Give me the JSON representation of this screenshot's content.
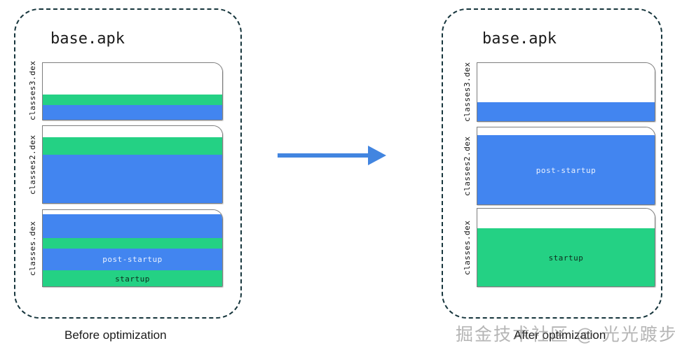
{
  "diagram": {
    "title_left": "base.apk",
    "title_right": "base.apk",
    "caption_left": "Before optimization",
    "caption_right": "After optimization",
    "watermark": "掘金技术社区 @ 光光踱步",
    "colors": {
      "blue": "#4285f0",
      "green": "#24d184",
      "white": "#ffffff",
      "panel_border": "#16353c",
      "arrow": "#4285e0",
      "box_border": "#7d7d7d"
    },
    "labels": {
      "startup": "startup",
      "post_startup": "post-startup"
    }
  },
  "left_panel": {
    "dex_files": [
      {
        "name": "classes3.dex",
        "segments": [
          {
            "type": "white",
            "label": ""
          },
          {
            "type": "green",
            "label": ""
          },
          {
            "type": "blue",
            "label": ""
          }
        ]
      },
      {
        "name": "classes2.dex",
        "segments": [
          {
            "type": "white",
            "label": ""
          },
          {
            "type": "green",
            "label": ""
          },
          {
            "type": "blue",
            "label": ""
          }
        ]
      },
      {
        "name": "classes.dex",
        "segments": [
          {
            "type": "white",
            "label": ""
          },
          {
            "type": "blue",
            "label": ""
          },
          {
            "type": "green",
            "label": ""
          },
          {
            "type": "blue",
            "label": "post-startup"
          },
          {
            "type": "green",
            "label": "startup"
          }
        ]
      }
    ]
  },
  "right_panel": {
    "dex_files": [
      {
        "name": "classes3.dex",
        "segments": [
          {
            "type": "white",
            "label": ""
          },
          {
            "type": "blue",
            "label": ""
          }
        ]
      },
      {
        "name": "classes2.dex",
        "segments": [
          {
            "type": "white",
            "label": ""
          },
          {
            "type": "blue",
            "label": "post-startup"
          }
        ]
      },
      {
        "name": "classes.dex",
        "segments": [
          {
            "type": "white",
            "label": ""
          },
          {
            "type": "green",
            "label": "startup"
          }
        ]
      }
    ]
  },
  "arrow": {
    "direction": "right"
  }
}
